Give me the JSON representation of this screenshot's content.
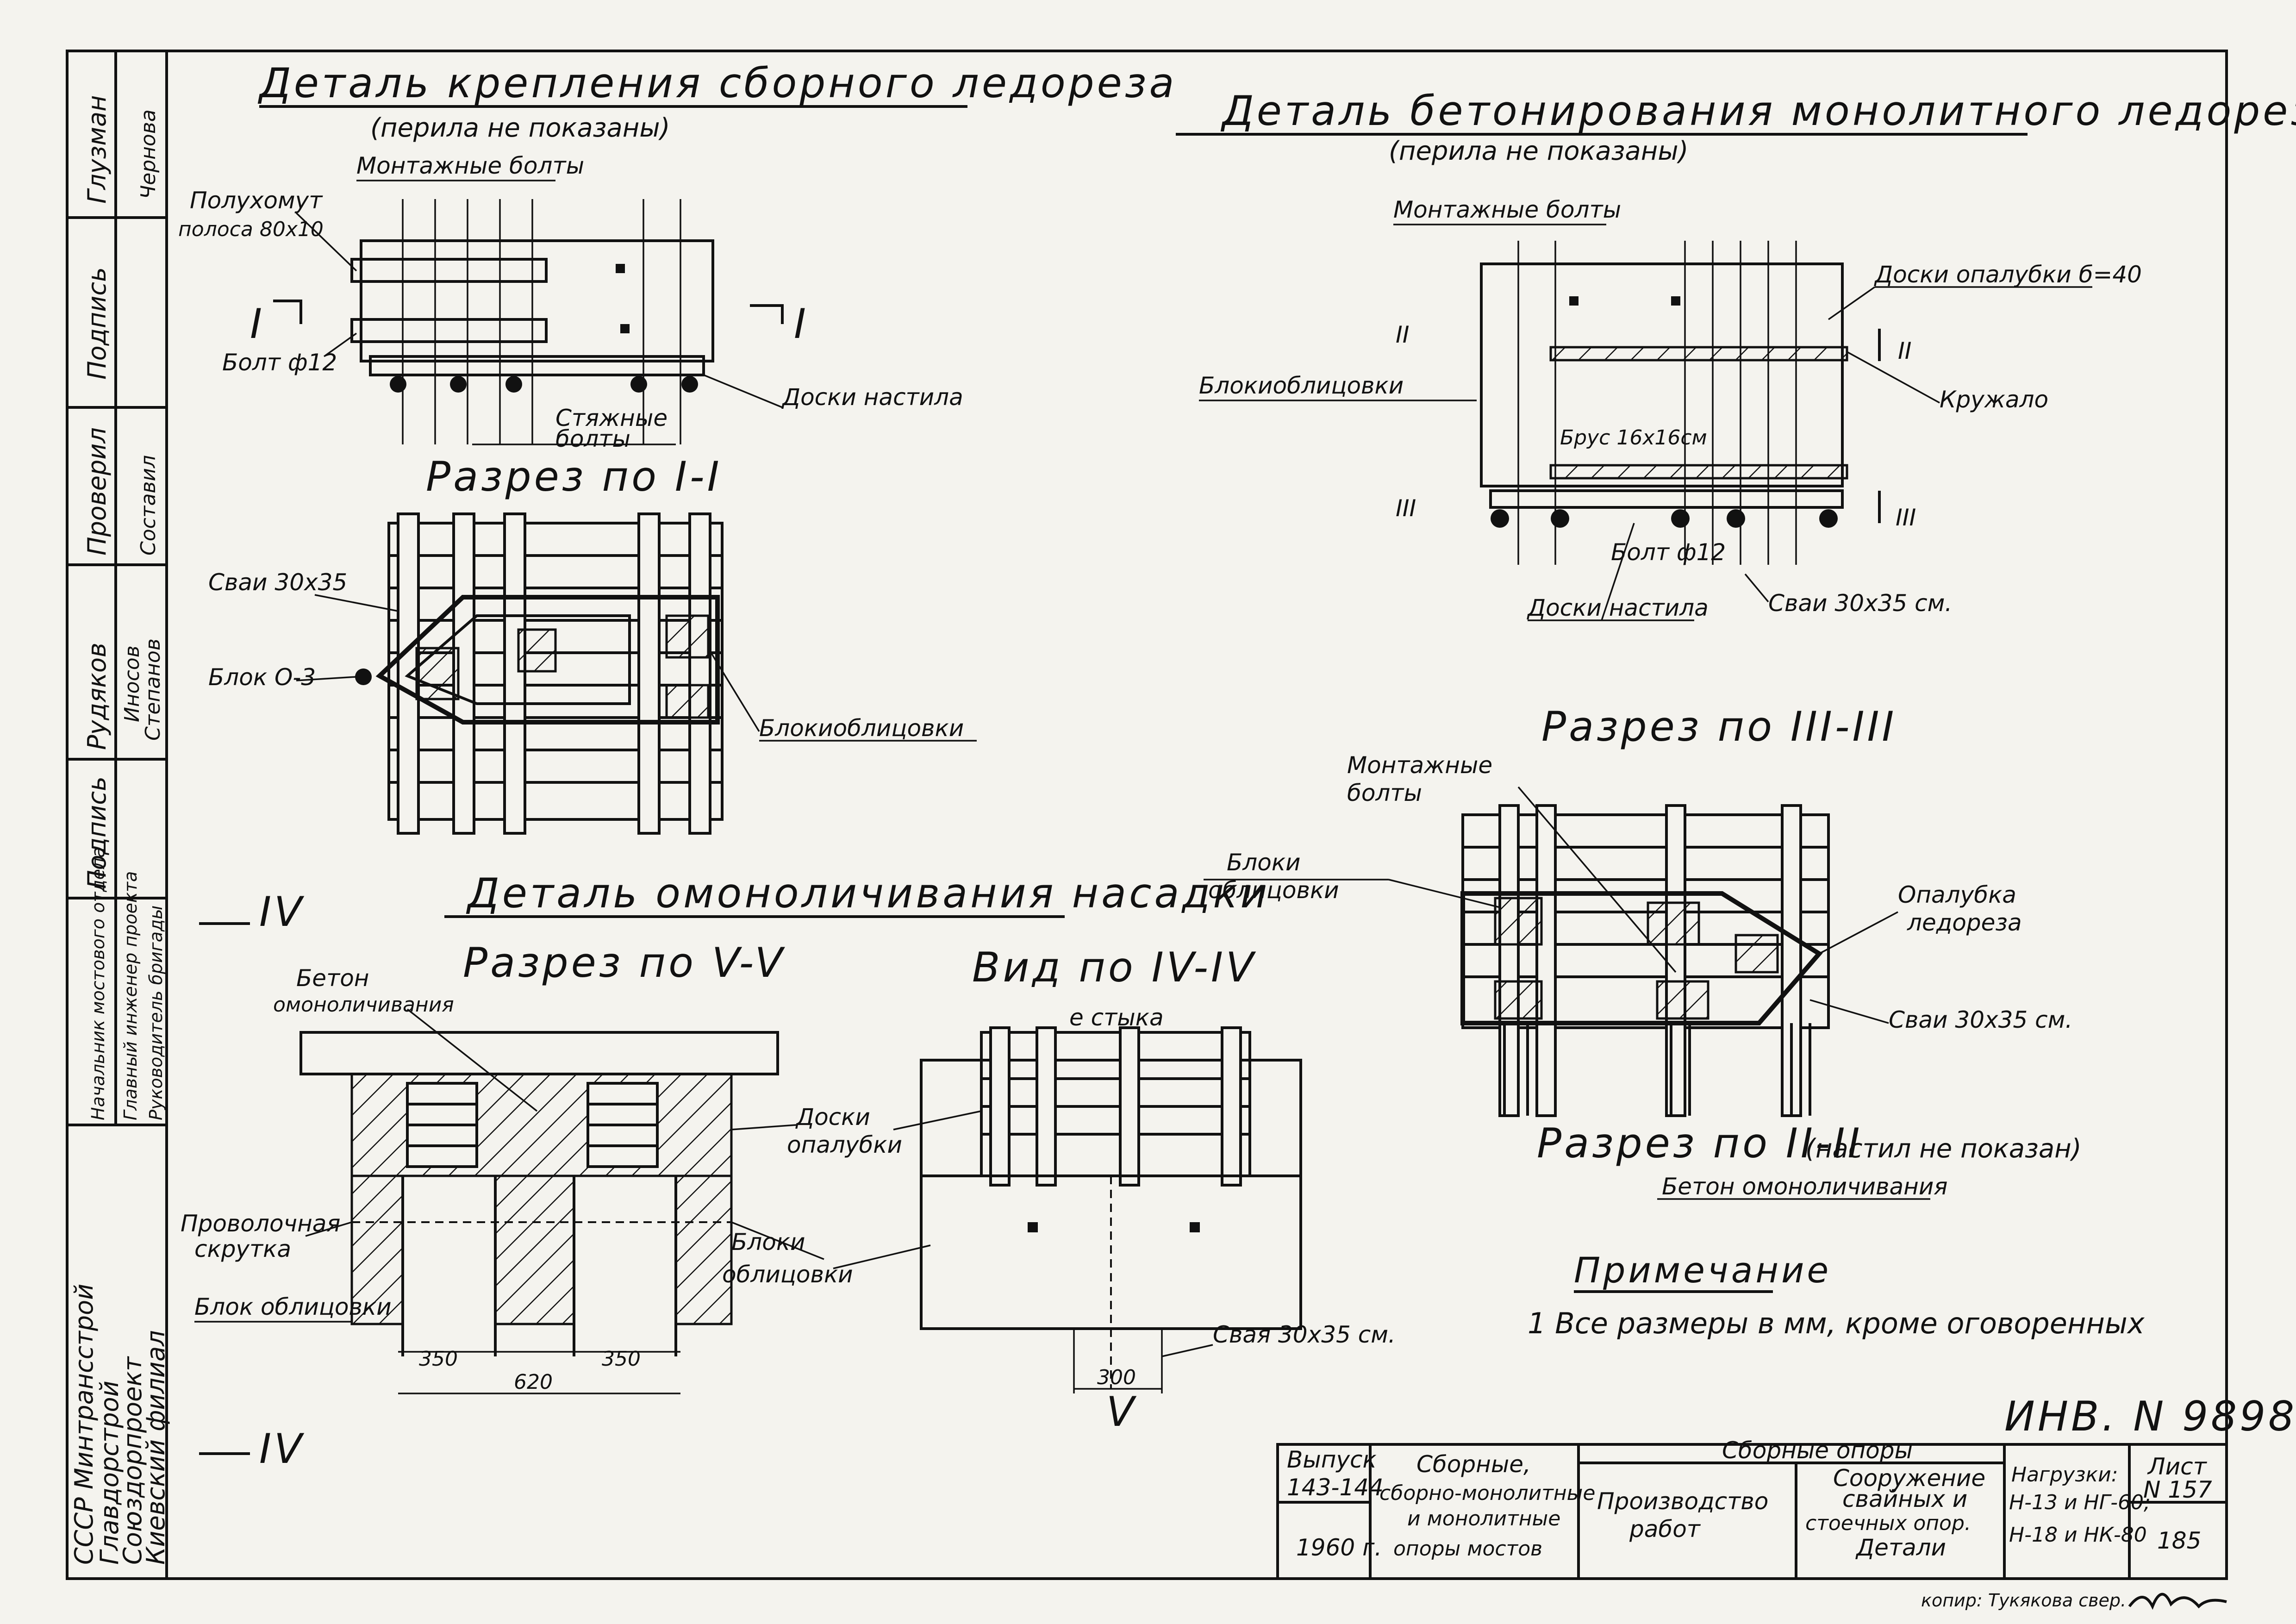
{
  "titles": {
    "prefab_detail": "Деталь крепления сборного ледореза",
    "prefab_note": "(перила не показаны)",
    "monolith_detail": "Деталь бетонирования монолитного ледореза",
    "monolith_note": "(перила не показаны)",
    "section_1": "Разрез по I-I",
    "cap_detail": "Деталь омоноличивания насадки",
    "section_5": "Разрез по V-V",
    "view_4": "Вид по IV-IV",
    "section_3": "Разрез по III-III",
    "section_2": "Разрез по II-II",
    "section_2_note": "(настил не показан)"
  },
  "labels": {
    "mount_bolts": "Монтажные болты",
    "half_clamp_1": "Полухомут",
    "half_clamp_2": "полоса 80х10",
    "bolt12": "Болт ф12",
    "tie_bolts_1": "Стяжные",
    "tie_bolts_2": "болты",
    "deck_boards": "Доски настила",
    "piles_30x35": "Сваи 30х35",
    "block_o3": "Блок О-3",
    "facing_blocks": "Блокиоблицовки",
    "mount_bolts_2": "Монтажные болты",
    "formwork_boards": "Доски опалубки б=40",
    "facing_blocks_2": "Блокиоблицовки",
    "kruzhalo": "Кружало",
    "beam": "Брус 16х16см",
    "bolt12_2": "Болт ф12",
    "deck_boards_2": "Доски настила",
    "piles_cm": "Сваи 30х35 см.",
    "mount_bolts_3a": "Монтажные",
    "mount_bolts_3b": "болты",
    "blocks_a": "Блоки",
    "blocks_b": "облицовки",
    "formwork_a": "Опалубка",
    "formwork_b": "ледореза",
    "piles_cm_2": "Сваи 30х35 см.",
    "concrete_fill": "Бетон омоноличивания",
    "concrete_a": "Бетон",
    "concrete_b": "омоноличивания",
    "formwork_boards_a": "Доски",
    "formwork_boards_b": "опалубки",
    "wire_a": "Проволочная",
    "wire_b": "скрутка",
    "facing_block": "Блок облицовки",
    "facing_blocks_3a": "Блоки",
    "facing_blocks_3b": "облицовки",
    "joint": "е стыка",
    "pile_cm": "Свая 30х35 см.",
    "dim_350a": "350",
    "dim_350b": "350",
    "dim_620": "620",
    "dim_300": "300",
    "mark_I": "I",
    "mark_II": "II",
    "mark_III": "III",
    "mark_IV": "IV",
    "mark_V": "V"
  },
  "note": {
    "heading": "Примечание",
    "text": "1 Все размеры в мм, кроме оговоренных"
  },
  "inventory": "ИНВ. N 9898",
  "side_stamp": {
    "names": [
      "Глузман",
      "Чернова"
    ],
    "roles": [
      "Подпись",
      "Проверил",
      "Составил",
      "Рудяков",
      "Иносов",
      "Степанов",
      "Подпись"
    ],
    "org": [
      "Начальник мостового отдела",
      "Главный инженер проекта",
      "Руководитель бригады"
    ],
    "company": [
      "СССР Минтрансстрой",
      "Главдорстрой",
      "Союздорпроект",
      "Киевский филиал"
    ]
  },
  "title_block": {
    "issue_label": "Выпуск",
    "issue": "143-144",
    "year": "1960 г.",
    "col1_l1": "Сборные,",
    "col1_l2": "сборно-монолитные",
    "col1_l3": "и монолитные",
    "col1_l4": "опоры мостов",
    "header": "Сборные опоры",
    "col2_l1": "Производство",
    "col2_l2": "работ",
    "col3_l1": "Сооружение",
    "col3_l2": "свайных и",
    "col3_l3": "стоечных опор.",
    "col3_l4": "Детали",
    "loads_l1": "Нагрузки:",
    "loads_l2": "Н-13 и НГ-60;",
    "loads_l3": "Н-18 и НК-80",
    "sheet_label": "Лист",
    "sheet_no": "N 157",
    "page": "185"
  },
  "copy_line": "копир: Тукякова  свер."
}
